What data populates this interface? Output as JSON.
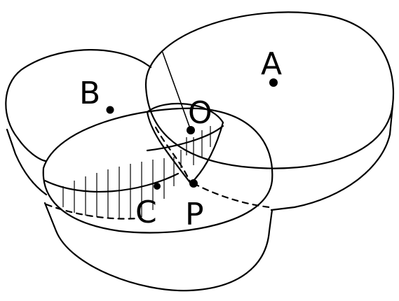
{
  "figure": {
    "labels": {
      "a": "A",
      "b": "B",
      "o": "O",
      "c": "C",
      "p": "P"
    },
    "colors": {
      "stroke": "#000000",
      "background": "#ffffff"
    }
  }
}
